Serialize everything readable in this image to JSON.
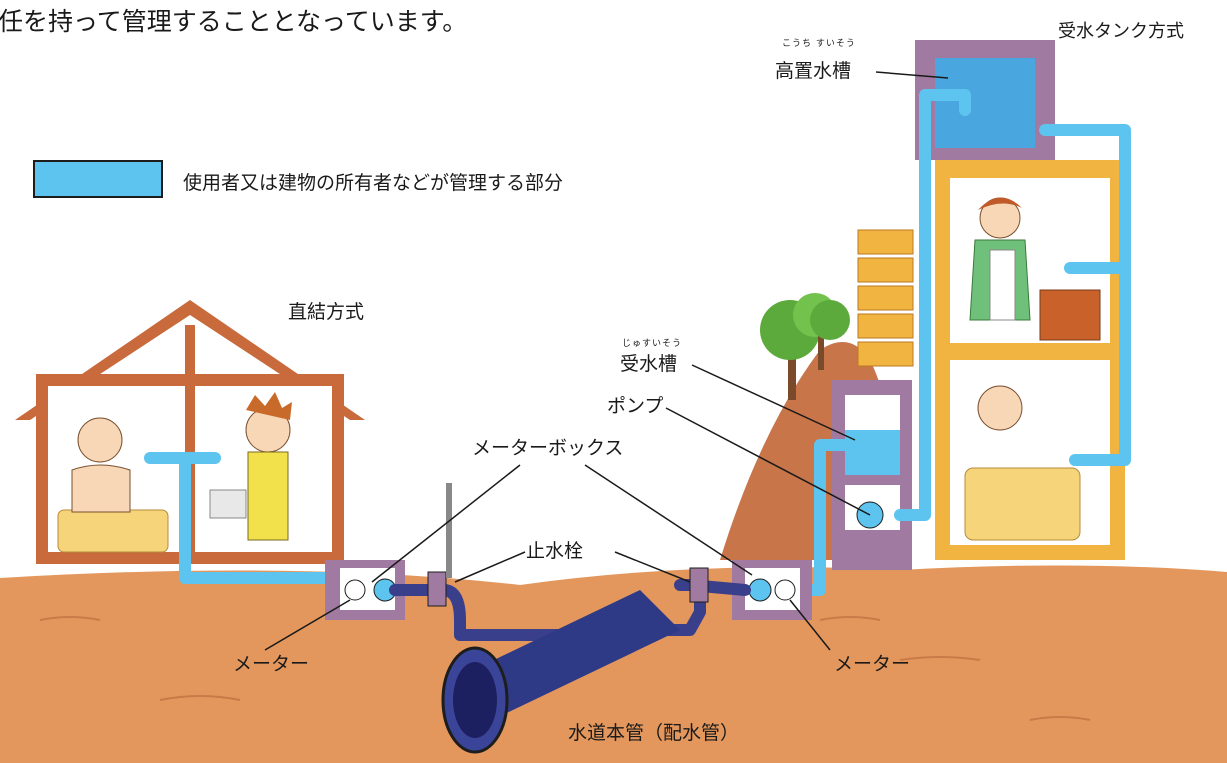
{
  "header_text": "任を持って管理することとなっています。",
  "legend": {
    "color": "#5cc4ee",
    "label": "使用者又は建物の所有者などが管理する部分"
  },
  "labels": {
    "direct_system": "直結方式",
    "tank_system": "受水タンク方式",
    "elevated_tank": "高置水槽",
    "elevated_tank_ruby": "こうち すいそう",
    "receiving_tank": "受水槽",
    "receiving_tank_ruby": "じゅすいそう",
    "pump": "ポンプ",
    "meter_box": "メーターボックス",
    "stop_valve": "止水栓",
    "meter_left": "メーター",
    "meter_right": "メーター",
    "water_main": "水道本管（配水管）"
  },
  "colors": {
    "customer_pipe": "#5cc4ee",
    "utility_pipe": "#3a3f8c",
    "ground": "#e3975c",
    "house_frame": "#c86a3c",
    "building_frame": "#f2b441",
    "tank_frame": "#a07aa0"
  }
}
